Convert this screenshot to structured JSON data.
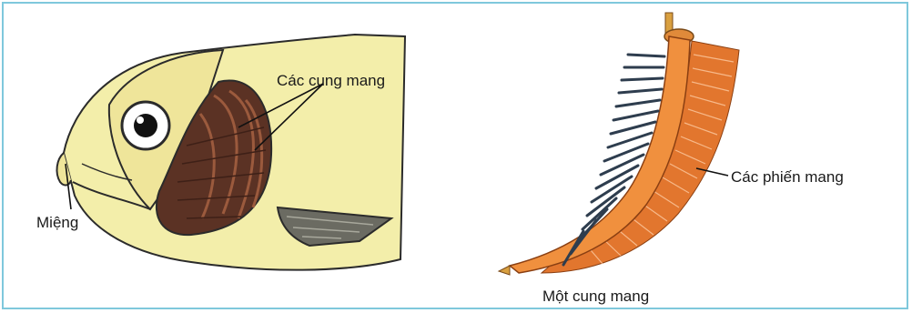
{
  "labels": {
    "gill_arches": "Các cung mang",
    "mouth": "Miệng",
    "gill_filaments": "Các phiến mang",
    "one_gill_arch": "Một cung mang"
  },
  "colors": {
    "border": "#7fc8dc",
    "fish_body": "#f3eeaa",
    "fish_outline": "#2b2b2b",
    "gills": "#6a3c2a",
    "arch": "#e07a30",
    "filaments": "#ef8c4c",
    "rakers": "#2e3d4e"
  }
}
